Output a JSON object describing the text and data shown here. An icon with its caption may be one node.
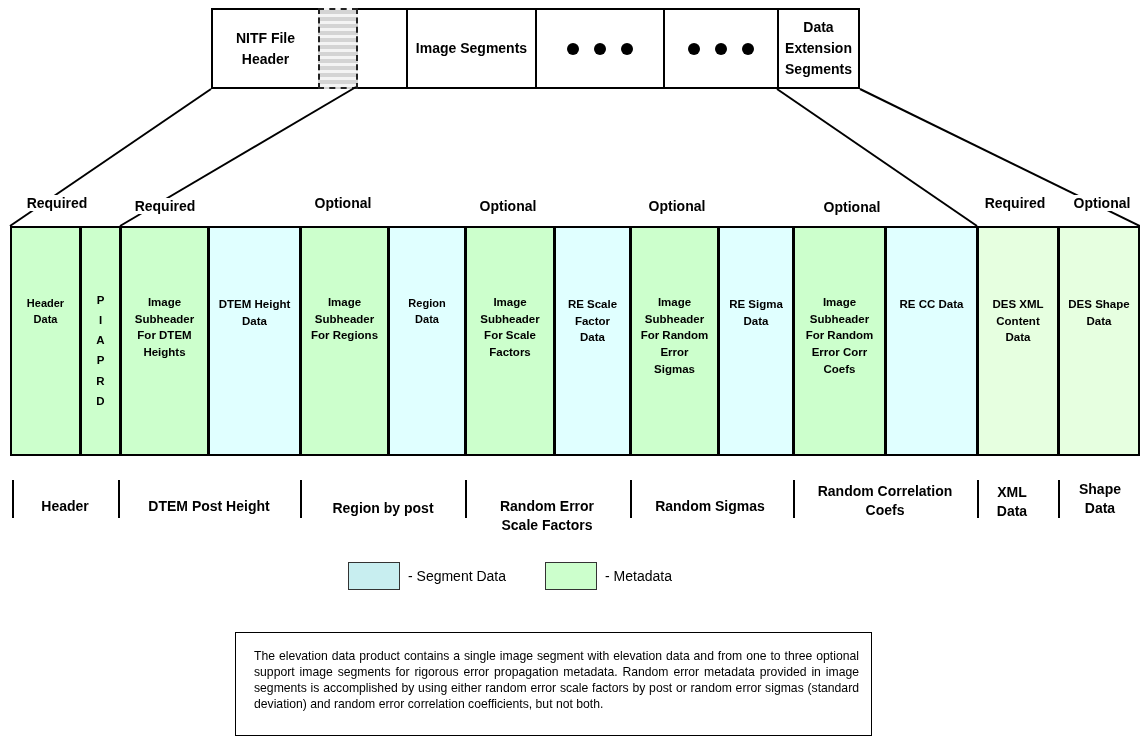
{
  "diagram": {
    "nodes": [
      {
        "text": [
          "NITF File Header"
        ]
      },
      {
        "text": [],
        "shape": "bar",
        "in": 0
      },
      {
        "text": [
          "Image Segments"
        ]
      },
      {
        "text": [],
        "shape": "box"
      },
      {
        "text": [],
        "shape": "box"
      },
      {
        "text": [
          "Data Extension Segments"
        ]
      },
      {
        "text": [
          "Header Data"
        ]
      },
      {
        "text": [
          "PIAPRD"
        ]
      },
      {
        "text": [
          "Image Subheader For DTEM Heights"
        ]
      },
      {
        "text": [
          "DTEM Height Data"
        ]
      },
      {
        "text": [
          "Image Subheader For Regions"
        ]
      },
      {
        "text": [
          "Region Data"
        ]
      },
      {
        "text": [
          "Image Subheader For Scale Factors"
        ]
      },
      {
        "text": [
          "RE Scale Factor Data"
        ]
      },
      {
        "text": [
          "Image Subheader For Random Error Sigmas"
        ]
      },
      {
        "text": [
          "RE Sigma Data"
        ]
      },
      {
        "text": [
          "Image Subheader For Random Error Corr Coefs"
        ]
      },
      {
        "text": [
          "RE CC Data"
        ]
      },
      {
        "text": [
          "DES XML Content Data"
        ]
      },
      {
        "text": [
          "DES Shape Data"
        ]
      },
      {
        "text": [
          "The elevation data product contains a single image segment with elevation data and from one to three optional support image segments for rigorous error propagation metadata. Random error metadata provided in image segments is accomplished by using either random error scale factors by post or random error sigmas (standard deviation) and random error correlation coefficients, but not both."
        ]
      }
    ],
    "edges": [
      {
        "from": 0,
        "to": 6,
        "arrow": "none"
      },
      {
        "from": 1,
        "to": 8,
        "arrow": "none"
      },
      {
        "from": 5,
        "to": 18,
        "arrow": "none"
      },
      {
        "from": 5,
        "to": 19,
        "arrow": "none"
      }
    ],
    "labels": [
      "Required",
      "Required",
      "Optional",
      "Optional",
      "Optional",
      "Optional",
      "Required",
      "Optional",
      "Header",
      "DTEM Post Height",
      "Region by post",
      "Random Error Scale Factors",
      "Random Sigmas",
      "Random Correlation Coefs",
      "XML Data",
      "Shape Data"
    ],
    "legend": [
      {
        "text": "- Segment Data",
        "color": "#c8eef0"
      },
      {
        "text": "- Metadata",
        "color": "#ccffcc"
      }
    ]
  }
}
